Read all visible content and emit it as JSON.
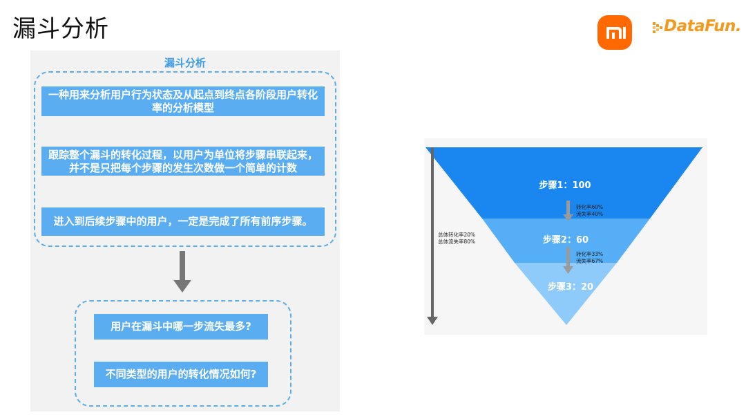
{
  "page": {
    "title": "漏斗分析"
  },
  "logos": {
    "mi_icon": "xiaomi-logo-icon",
    "mi_color": "#ff6900",
    "datafun_text": "DataFun."
  },
  "left_panel": {
    "title": "漏斗分析",
    "definitions": [
      "一种用来分析用户行为状态及从起点到终点各阶段用户转化率的分析模型",
      "跟踪整个漏斗的转化过程，以用户为单位将步骤串联起来，并不是只把每个步骤的发生次数做一个简单的计数",
      "进入到后续步骤中的用户，一定是完成了所有前序步骤。"
    ],
    "questions": [
      "用户在漏斗中哪一步流失最多?",
      "不同类型的用户的转化情况如何?"
    ]
  },
  "funnel": {
    "steps": [
      {
        "label": "步骤1：100",
        "users": 100,
        "color": "#1a86f0"
      },
      {
        "label": "步骤2：60",
        "users": 60,
        "color": "#55aef6"
      },
      {
        "label": "步骤3：20",
        "users": 20,
        "color": "#8ecbfa"
      }
    ],
    "transitions": [
      {
        "conversion": "转化率60%",
        "churn": "流失率40%"
      },
      {
        "conversion": "转化率33%",
        "churn": "流失率67%"
      }
    ],
    "overall": {
      "conversion": "总体转化率20%",
      "churn": "总体流失率80%"
    }
  }
}
